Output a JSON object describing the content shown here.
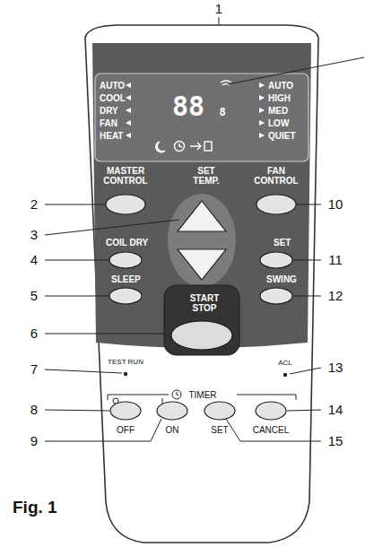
{
  "diagram": {
    "caption": "Fig. 1",
    "labels": [
      "1",
      "AUTO",
      "COOL",
      "DRY",
      "FAN",
      "HEAT",
      "AUTO",
      "HIGH",
      "MED",
      "LOW",
      "QUIET",
      "88",
      "8",
      "MASTER CONTROL",
      "SET TEMP.",
      "FAN CONTROL",
      "COIL DRY",
      "SET",
      "SLEEP",
      "SWING",
      "START STOP",
      "TEST RUN",
      "ACL",
      "TIMER",
      "OFF",
      "ON",
      "SET",
      "CANCEL",
      "2",
      "3",
      "4",
      "5",
      "6",
      "7",
      "8",
      "9",
      "10",
      "11",
      "12",
      "13",
      "14",
      "15"
    ]
  }
}
